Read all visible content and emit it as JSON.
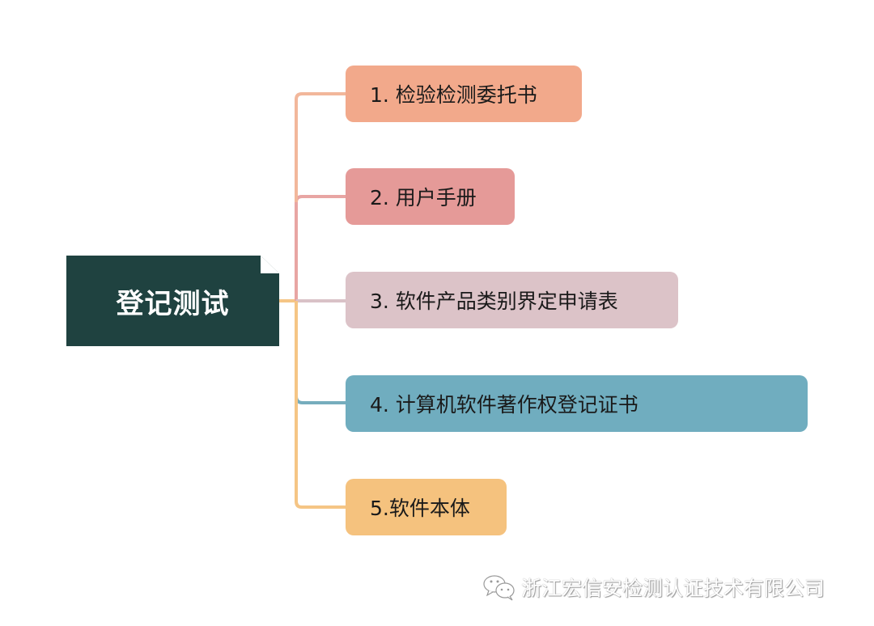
{
  "diagram": {
    "root": {
      "label": "登记测试",
      "color": "#1f4240"
    },
    "branches": [
      {
        "label": "1. 检验检测委托书",
        "color": "#f2a98b",
        "line_color": "#f2b79b"
      },
      {
        "label": "2. 用户手册",
        "color": "#e59a98",
        "line_color": "#e8a5a3"
      },
      {
        "label": "3. 软件产品类别界定申请表",
        "color": "#dcc3c8",
        "line_color": "#d9c2c7"
      },
      {
        "label": "4. 计算机软件著作权登记证书",
        "color": "#70adbf",
        "line_color": "#76adbd"
      },
      {
        "label": "5.软件本体",
        "color": "#f5c27e",
        "line_color": "#f5c585"
      }
    ]
  },
  "watermark": {
    "icon": "wechat-icon",
    "text": "浙江宏信安检测认证技术有限公司"
  }
}
